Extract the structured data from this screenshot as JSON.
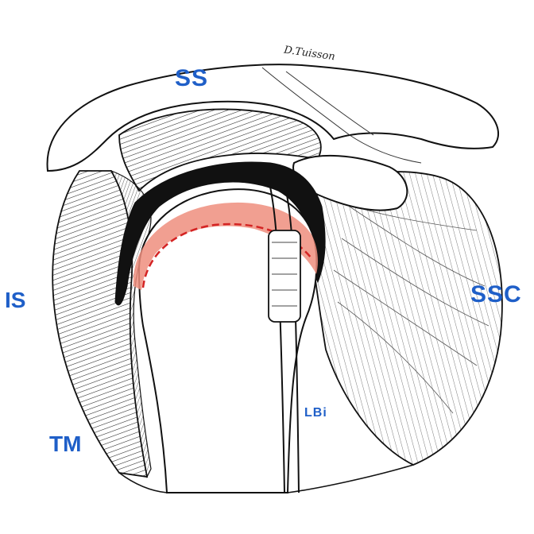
{
  "labels": {
    "supraspinatus": "SS",
    "infraspinatus": "IS",
    "subscapularis": "SSC",
    "teres_minor": "TM",
    "long_biceps": "LBi"
  },
  "signature": "D.Tuisson",
  "colors": {
    "label_blue": "#1f5fc8",
    "ink": "#111111",
    "footprint_red": "#ef8e7e",
    "dash_red": "#d42323",
    "paper": "#ffffff"
  }
}
